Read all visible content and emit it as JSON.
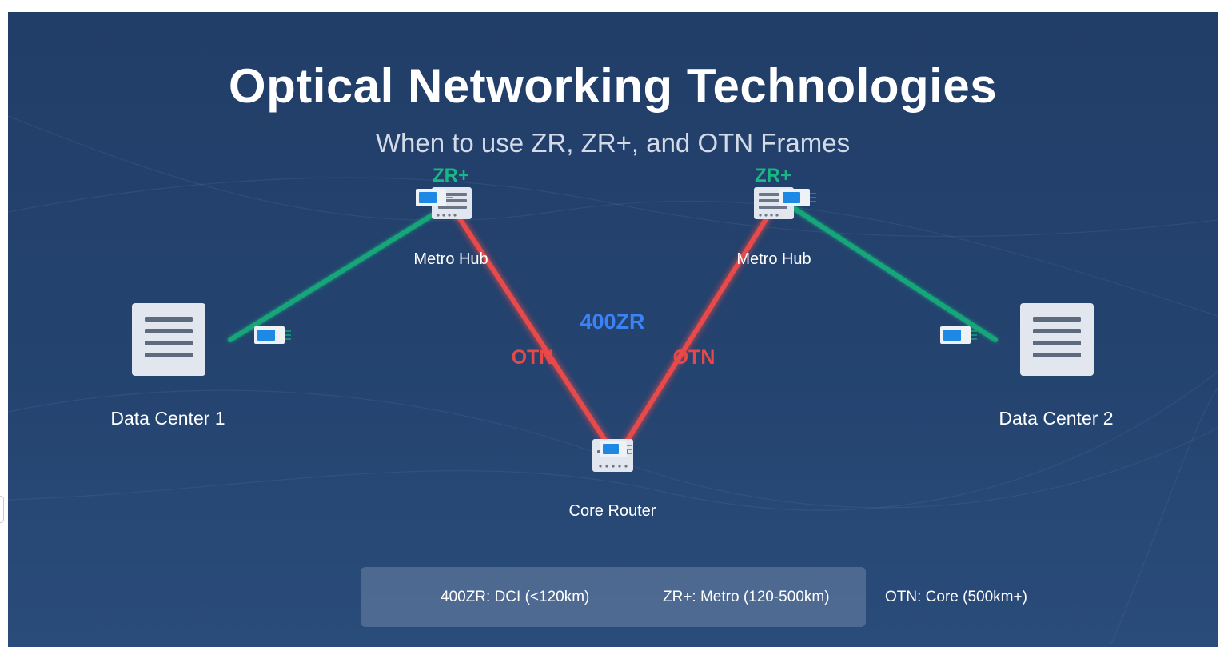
{
  "title": "Optical Networking Technologies",
  "subtitle": "When to use ZR, ZR+, and OTN Frames",
  "nodes": {
    "dc1": "Data Center 1",
    "dc2": "Data Center 2",
    "hub1": "Metro Hub",
    "hub2": "Metro Hub",
    "core": "Core Router"
  },
  "link_labels": {
    "zrplus_left": "ZR+",
    "zrplus_right": "ZR+",
    "otn_left": "OTN",
    "otn_right": "OTN",
    "zr400": "400ZR"
  },
  "legend": {
    "item1": "400ZR: DCI (<120km)",
    "item2": "ZR+: Metro (120-500km)",
    "item3": "OTN: Core (500km+)"
  },
  "colors": {
    "background": "#24436f",
    "zr_plus_link": "#15a679",
    "otn_link": "#e84848",
    "zr400_text": "#3b82f6",
    "zr_plus_text": "#18b884",
    "transceiver_blue": "#1e88e5",
    "server_face": "#e2e7ef"
  },
  "icons": {
    "server": "server-rack-icon",
    "transceiver": "optical-transceiver-icon",
    "router": "router-icon"
  }
}
